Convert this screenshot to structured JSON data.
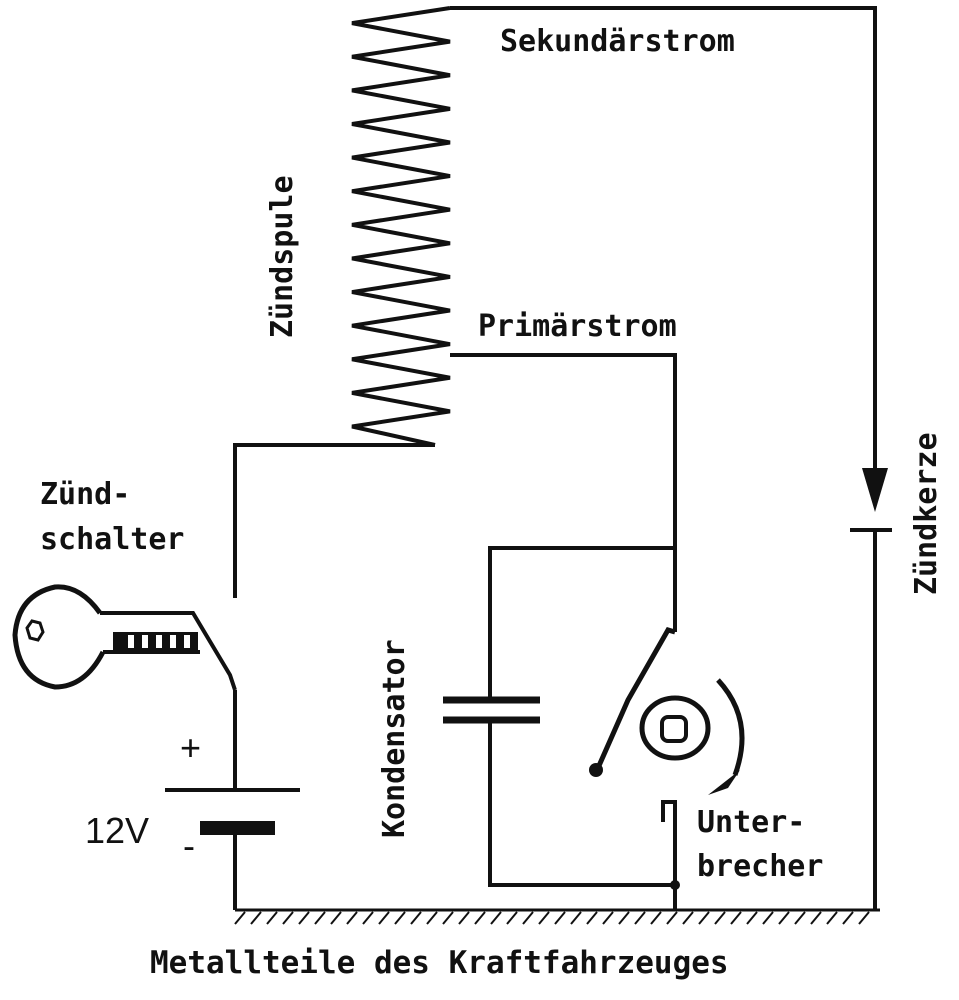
{
  "labels": {
    "secondary_current": "Sekundärstrom",
    "primary_current": "Primärstrom",
    "ignition_coil": "Zündspule",
    "ignition_switch_line1": "Zünd-",
    "ignition_switch_line2": "schalter",
    "spark_plug": "Zündkerze",
    "capacitor": "Kondensator",
    "breaker_line1": "Unter-",
    "breaker_line2": "brecher",
    "battery_plus": "+",
    "battery_minus": "-",
    "battery_voltage": "12V",
    "ground": "Metallteile des Kraftfahrzeuges"
  },
  "colors": {
    "line": "#111111",
    "background": "#ffffff"
  }
}
